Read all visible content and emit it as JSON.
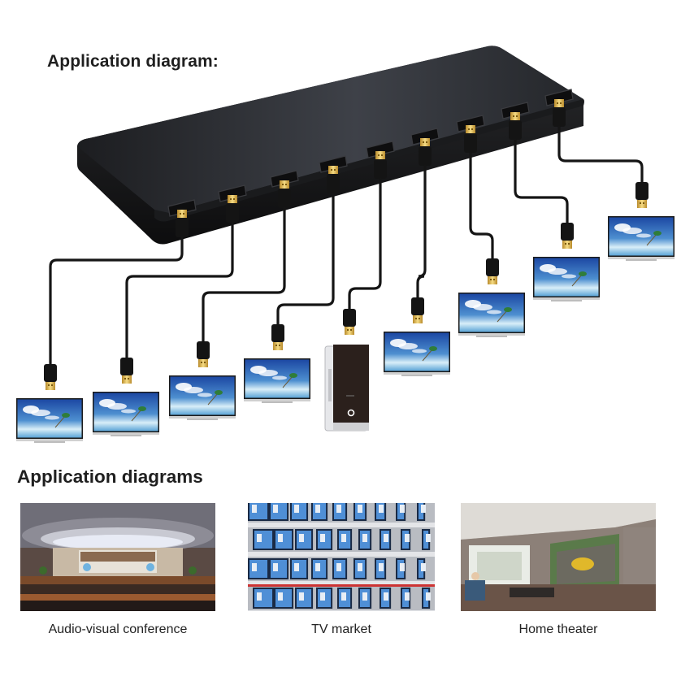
{
  "diagram": {
    "title": "Application diagram:",
    "device": {
      "name": "hdmi-splitter",
      "output_ports": 9,
      "color": "#26282c"
    },
    "outputs": [
      "tv",
      "tv",
      "tv",
      "tv",
      "pc",
      "tv",
      "tv",
      "tv",
      "tv"
    ],
    "colors": {
      "cable": "#151515",
      "connector_gold": "#e8c25a",
      "sky_top": "#1f4fa8",
      "sky_bottom": "#cfe8f5"
    }
  },
  "applications": {
    "title": "Application diagrams",
    "items": [
      {
        "caption": "Audio-visual conference",
        "scene": "conference-room"
      },
      {
        "caption": "TV market",
        "scene": "tv-store-wall"
      },
      {
        "caption": "Home theater",
        "scene": "living-room-projector"
      }
    ]
  }
}
